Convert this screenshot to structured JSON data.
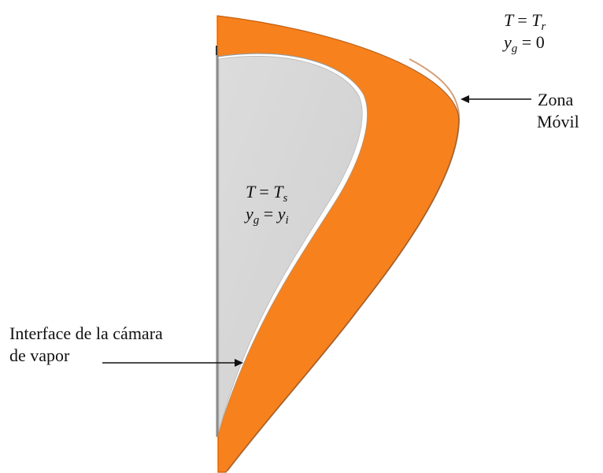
{
  "colors": {
    "outer_zone": "#f7811c",
    "outer_zone_edge": "#c85e08",
    "inner_zone": "#d4d4d4",
    "inner_zone_rim": "#ffffff",
    "axis_line": "#8a8a8a",
    "arrow": "#111111"
  },
  "outer_condition": {
    "temp_var": "T",
    "temp_value": "T",
    "temp_sub": "r",
    "yg_var": "y",
    "yg_sub": "g",
    "yg_value": "0"
  },
  "inner_condition": {
    "temp_var": "T",
    "temp_value": "T",
    "temp_sub": "s",
    "yg_var": "y",
    "yg_sub": "g",
    "yg_value": "y",
    "yg_value_sub": "i"
  },
  "equals_sign": "=",
  "moving_zone_label": {
    "line1": "Zona",
    "line2": "Móvil"
  },
  "interface_label": {
    "line1": "Interface de la cámara",
    "line2": "de vapor"
  }
}
